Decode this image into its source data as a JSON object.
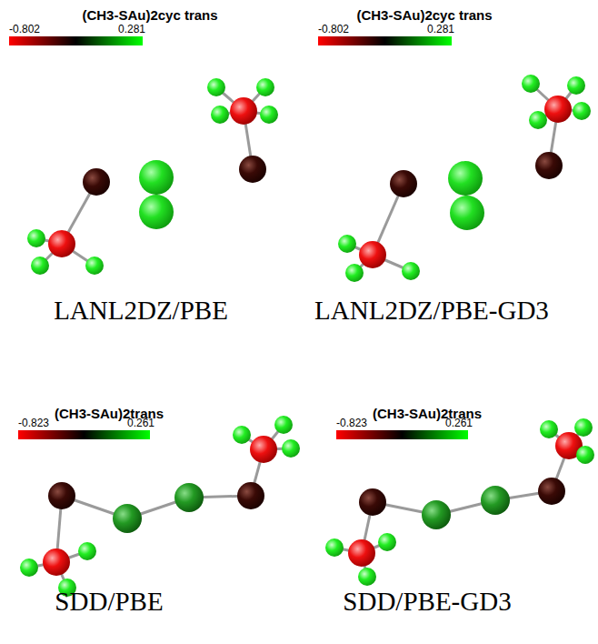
{
  "diagram": {
    "labels": [
      "(CH3-SAu)2cyc trans",
      "-0.802",
      "0.281",
      "LANL2DZ/PBE",
      "(CH3-SAu)2cyc trans",
      "-0.802",
      "0.281",
      "LANL2DZ/PBE-GD3",
      "(CH3-SAu)2trans",
      "-0.823",
      "0.261",
      "SDD/PBE",
      "(CH3-SAu)2trans",
      "-0.823",
      "0.261",
      "SDD/PBE-GD3"
    ]
  }
}
